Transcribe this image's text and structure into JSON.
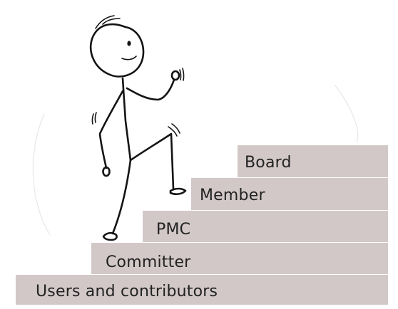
{
  "diagram": {
    "steps": [
      {
        "id": "users",
        "label": "Users  and contributors"
      },
      {
        "id": "committer",
        "label": "Committer"
      },
      {
        "id": "pmc",
        "label": "PMC"
      },
      {
        "id": "member",
        "label": "Member"
      },
      {
        "id": "board",
        "label": "Board"
      }
    ],
    "colors": {
      "step": "#d2c8c8",
      "text": "#222222",
      "ink": "#141414"
    },
    "figure_icon": "stick-figure-climbing-stairs-icon"
  }
}
